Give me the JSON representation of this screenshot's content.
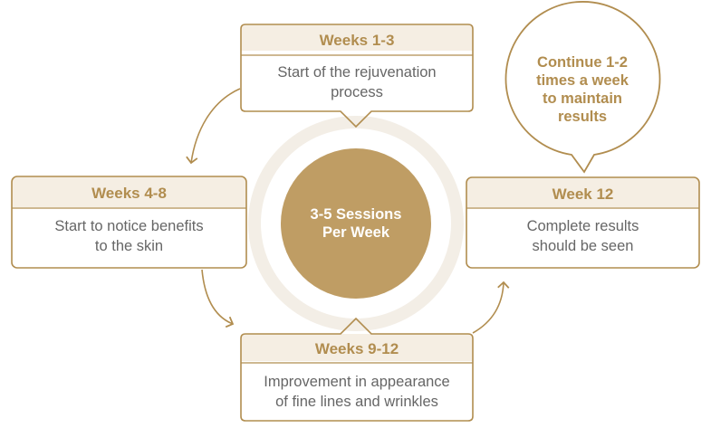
{
  "center": {
    "line1": "3-5 Sessions",
    "line2": "Per Week"
  },
  "stages": [
    {
      "title": "Weeks 1-3",
      "desc_line1": "Start of the rejuvenation",
      "desc_line2": "process"
    },
    {
      "title": "Weeks 4-8",
      "desc_line1": "Start to notice benefits",
      "desc_line2": "to the skin"
    },
    {
      "title": "Weeks 9-12",
      "desc_line1": "Improvement in appearance",
      "desc_line2": "of fine lines and wrinkles"
    },
    {
      "title": "Week 12",
      "desc_line1": "Complete results",
      "desc_line2": "should be seen"
    }
  ],
  "maintenance_bubble": {
    "line1": "Continue 1-2",
    "line2": "times a week",
    "line3": "to maintain",
    "line4": "results"
  },
  "colors": {
    "accent": "#b18d4f",
    "header_fill": "#f5eee3",
    "ring": "#f3eee6",
    "center_fill": "#bf9d64",
    "text_gray": "#666666"
  }
}
